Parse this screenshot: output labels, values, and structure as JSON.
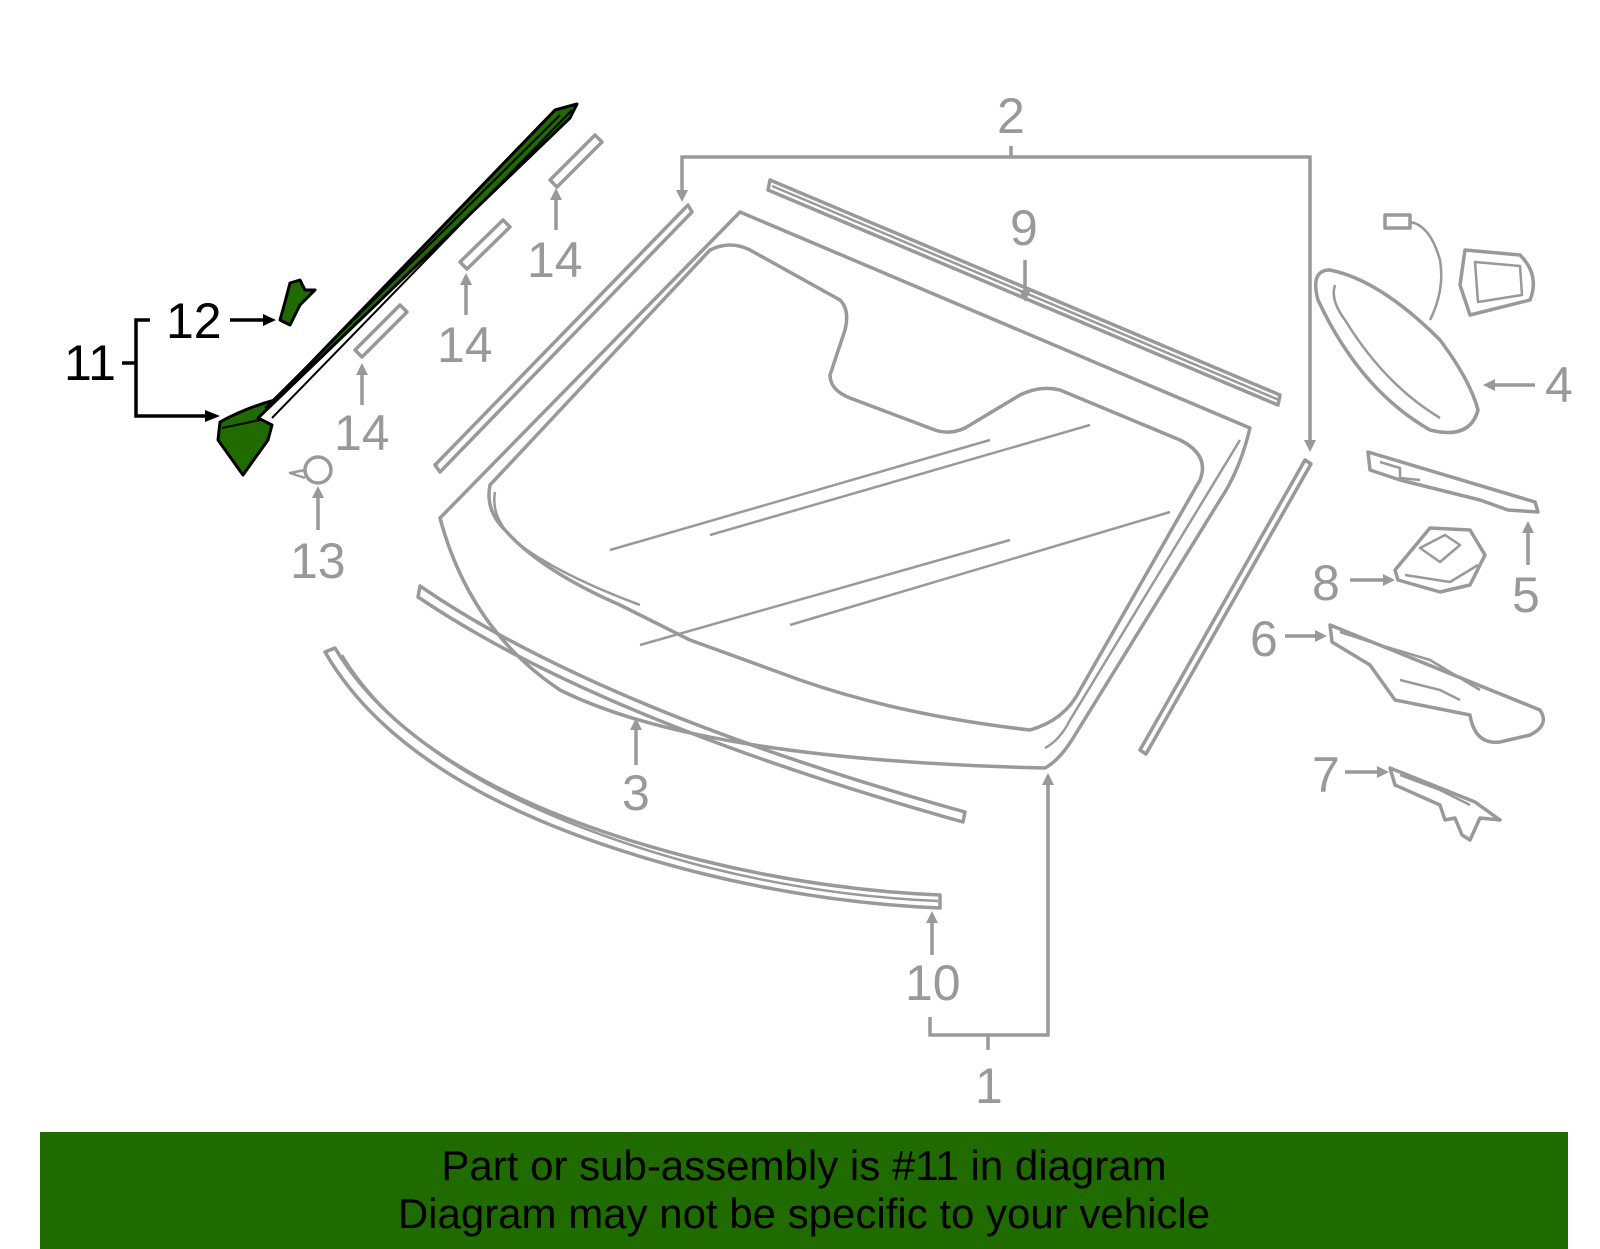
{
  "diagram": {
    "callouts": [
      {
        "id": "c1",
        "label": "1",
        "highlight": false
      },
      {
        "id": "c2",
        "label": "2",
        "highlight": false
      },
      {
        "id": "c3",
        "label": "3",
        "highlight": false
      },
      {
        "id": "c4",
        "label": "4",
        "highlight": false
      },
      {
        "id": "c5",
        "label": "5",
        "highlight": false
      },
      {
        "id": "c6",
        "label": "6",
        "highlight": false
      },
      {
        "id": "c7",
        "label": "7",
        "highlight": false
      },
      {
        "id": "c8",
        "label": "8",
        "highlight": false
      },
      {
        "id": "c9",
        "label": "9",
        "highlight": false
      },
      {
        "id": "c10",
        "label": "10",
        "highlight": false
      },
      {
        "id": "c11",
        "label": "11",
        "highlight": true
      },
      {
        "id": "c12",
        "label": "12",
        "highlight": true
      },
      {
        "id": "c13",
        "label": "13",
        "highlight": false
      },
      {
        "id": "c14a",
        "label": "14",
        "highlight": false
      },
      {
        "id": "c14b",
        "label": "14",
        "highlight": false
      },
      {
        "id": "c14c",
        "label": "14",
        "highlight": false
      }
    ],
    "colors": {
      "highlight_fill": "#1f6b00",
      "part_stroke": "#999999",
      "highlight_stroke": "#000000",
      "banner_bg": "#1f6b00"
    }
  },
  "banner": {
    "line1": "Part or sub-assembly is #11 in diagram",
    "line2": "Diagram may not be specific to your vehicle"
  }
}
